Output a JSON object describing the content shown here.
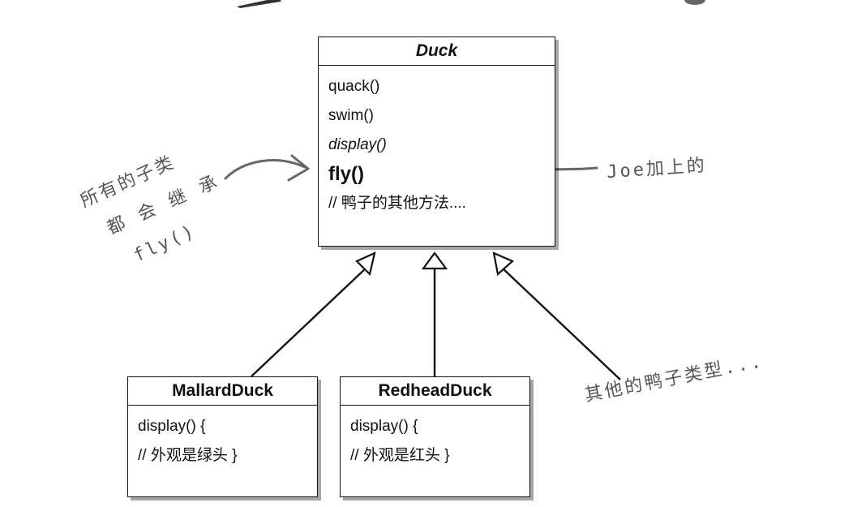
{
  "duck": {
    "title": "Duck",
    "methods": [
      "quack()",
      "swim()",
      "display()",
      "fly()",
      "// 鸭子的其他方法...."
    ]
  },
  "mallard": {
    "title": "MallardDuck",
    "lines": [
      "display() {",
      "// 外观是绿头 }"
    ]
  },
  "redhead": {
    "title": "RedheadDuck",
    "lines": [
      "display() {",
      "// 外观是红头 }"
    ]
  },
  "notes": {
    "left": "所有的子类\n 都 会 继 承\n  fly()",
    "joe": "Joe加上的",
    "other": "其他的鸭子类型..."
  },
  "colors": {
    "ink": "#111111",
    "handwriting": "#555555"
  }
}
